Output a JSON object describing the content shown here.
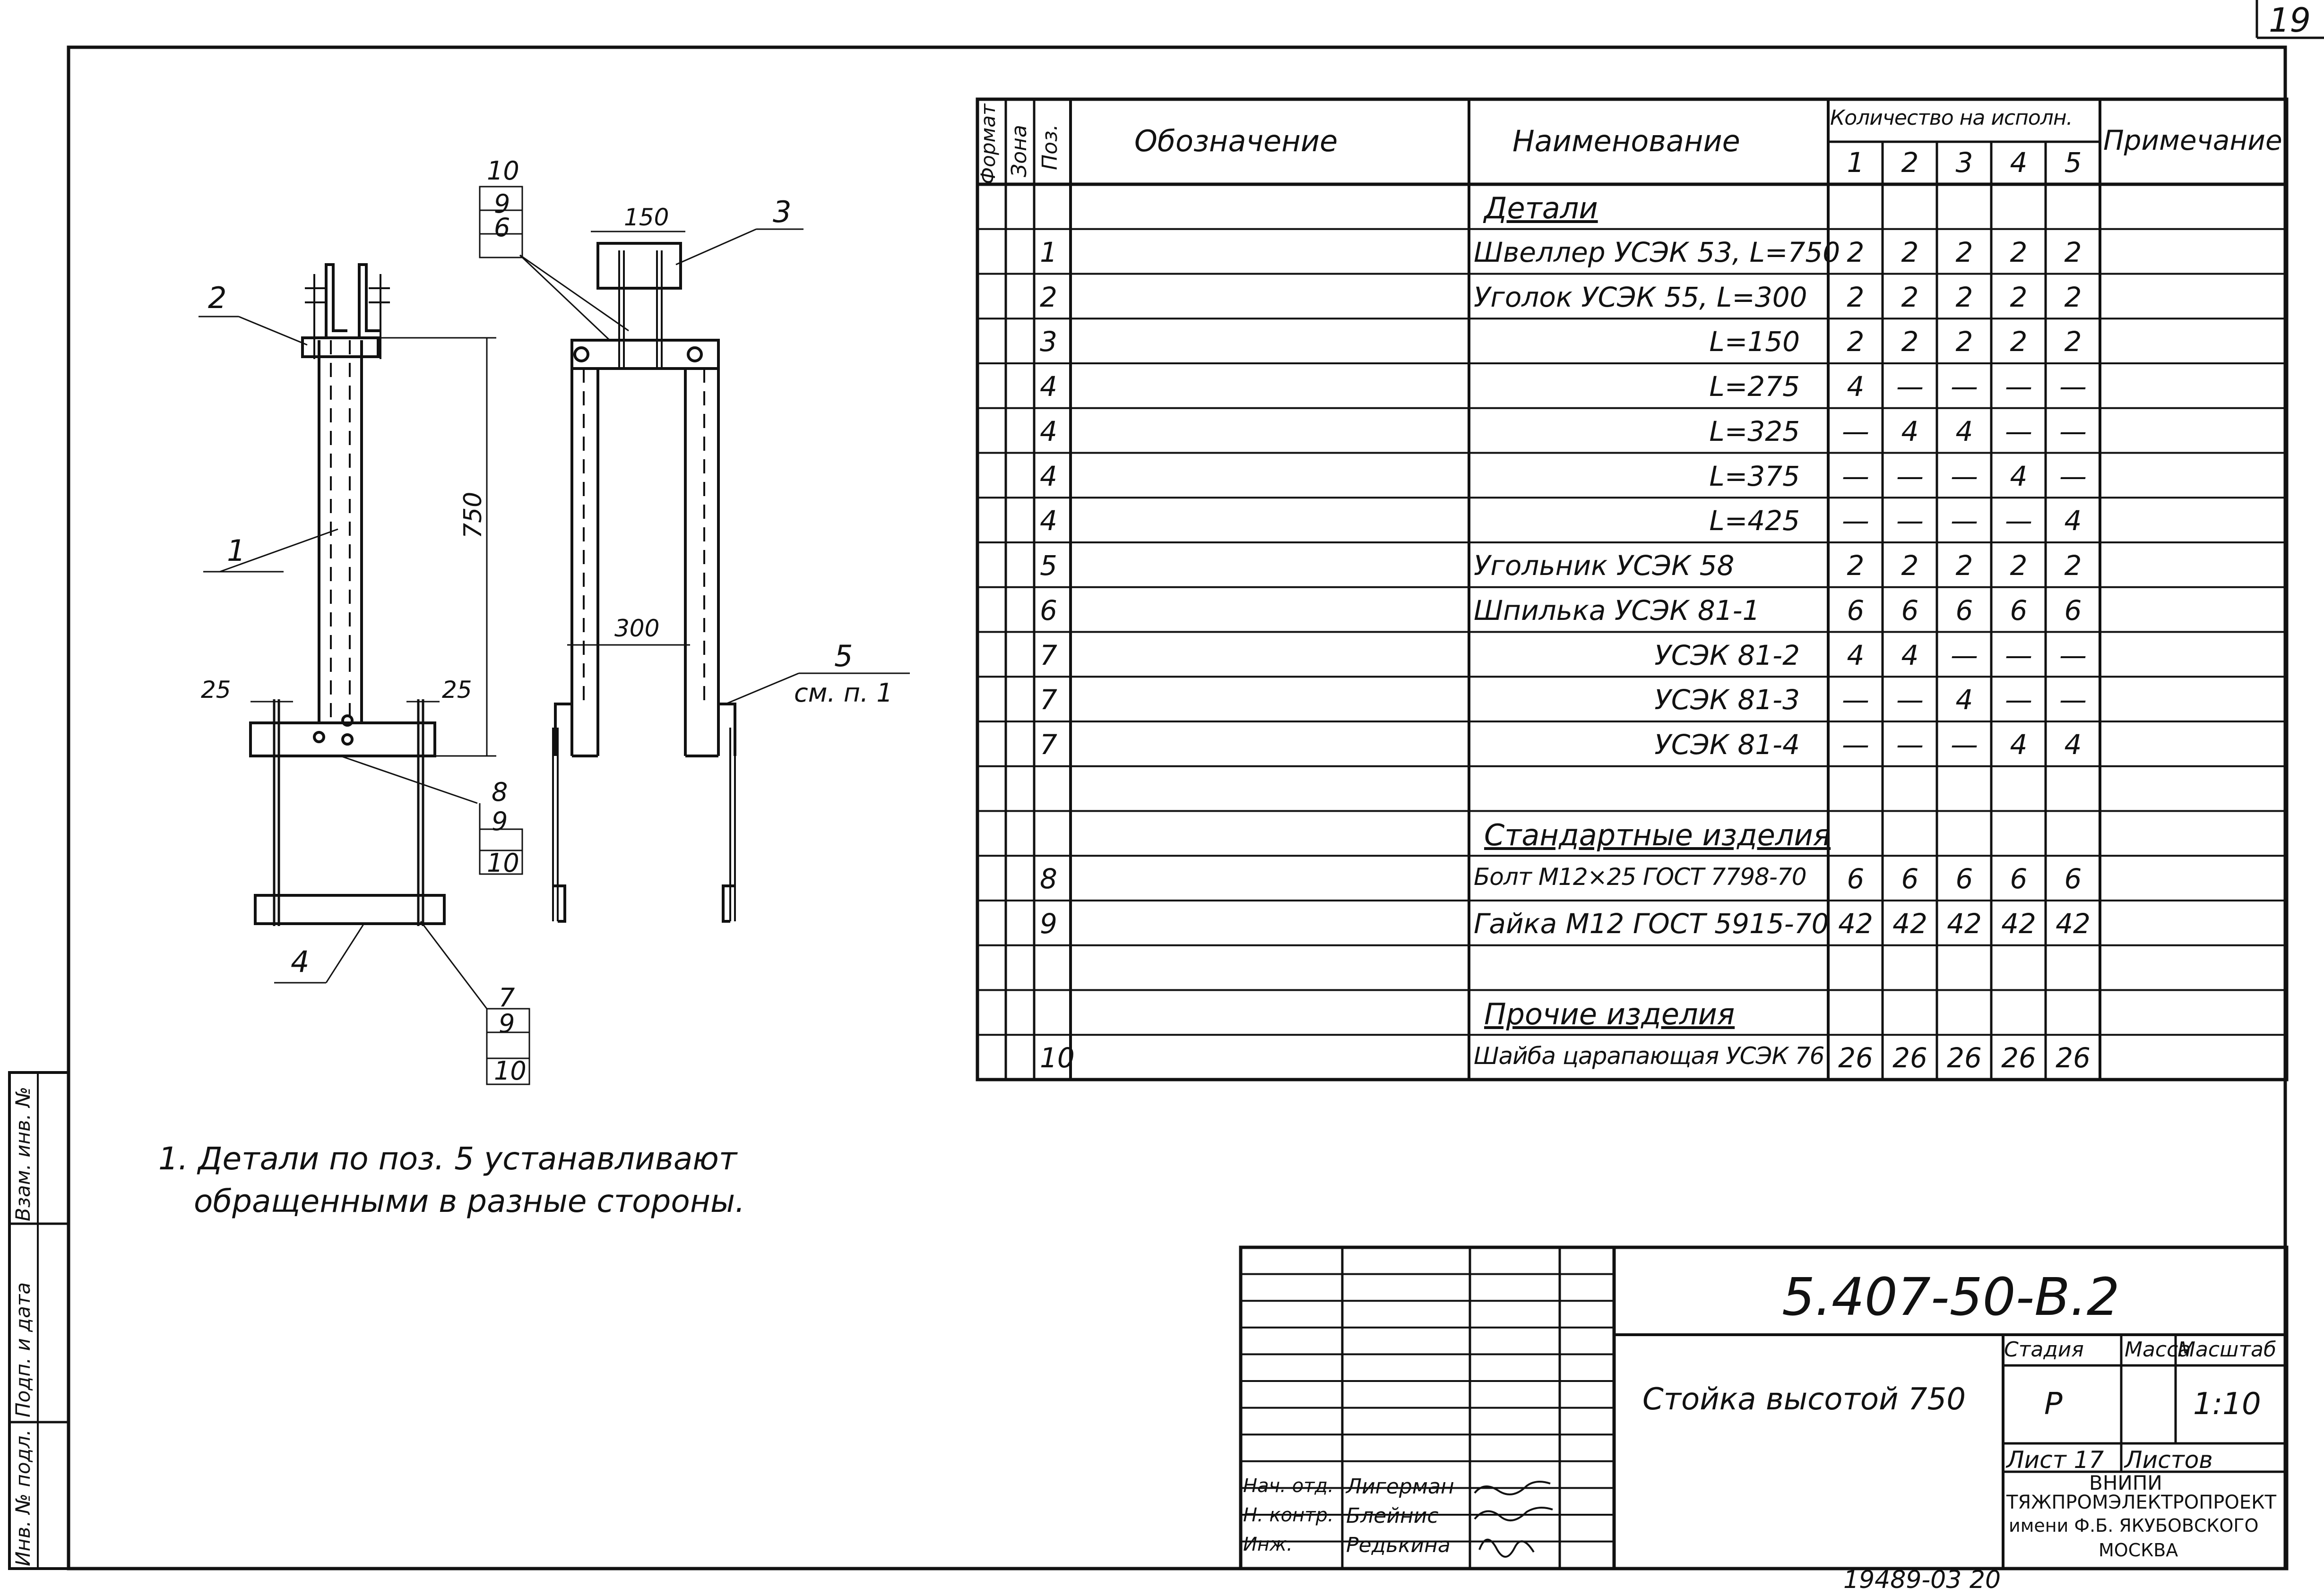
{
  "sheet_corner": "19",
  "sheet_bottom": "19489-03  20",
  "spec": {
    "headers": {
      "format": "Формат",
      "zone": "Зона",
      "pos": "Поз.",
      "designation": "Обозначение",
      "name": "Наименование",
      "qty": "Количество на исполн.",
      "note": "Примечание"
    },
    "variants": [
      "1",
      "2",
      "3",
      "4",
      "5"
    ],
    "rows": [
      {
        "pos": "",
        "name": "Детали",
        "q": [
          "",
          "",
          "",
          "",
          ""
        ],
        "section": true
      },
      {
        "pos": "1",
        "name": "Швеллер УСЭК 53, L=750",
        "q": [
          "2",
          "2",
          "2",
          "2",
          "2"
        ]
      },
      {
        "pos": "2",
        "name": "Уголок УСЭК 55, L=300",
        "q": [
          "2",
          "2",
          "2",
          "2",
          "2"
        ]
      },
      {
        "pos": "3",
        "name": "L=150",
        "q": [
          "2",
          "2",
          "2",
          "2",
          "2"
        ],
        "right": true
      },
      {
        "pos": "4",
        "name": "L=275",
        "q": [
          "4",
          "—",
          "—",
          "—",
          "—"
        ],
        "right": true
      },
      {
        "pos": "4",
        "name": "L=325",
        "q": [
          "—",
          "4",
          "4",
          "—",
          "—"
        ],
        "right": true
      },
      {
        "pos": "4",
        "name": "L=375",
        "q": [
          "—",
          "—",
          "—",
          "4",
          "—"
        ],
        "right": true
      },
      {
        "pos": "4",
        "name": "L=425",
        "q": [
          "—",
          "—",
          "—",
          "—",
          "4"
        ],
        "right": true
      },
      {
        "pos": "5",
        "name": "Угольник УСЭК 58",
        "q": [
          "2",
          "2",
          "2",
          "2",
          "2"
        ]
      },
      {
        "pos": "6",
        "name": "Шпилька УСЭК 81-1",
        "q": [
          "6",
          "6",
          "6",
          "6",
          "6"
        ]
      },
      {
        "pos": "7",
        "name": "УСЭК 81-2",
        "q": [
          "4",
          "4",
          "—",
          "—",
          "—"
        ],
        "right": true
      },
      {
        "pos": "7",
        "name": "УСЭК 81-3",
        "q": [
          "—",
          "—",
          "4",
          "—",
          "—"
        ],
        "right": true
      },
      {
        "pos": "7",
        "name": "УСЭК 81-4",
        "q": [
          "—",
          "—",
          "—",
          "4",
          "4"
        ],
        "right": true
      },
      {
        "pos": "",
        "name": "",
        "q": [
          "",
          "",
          "",
          "",
          ""
        ]
      },
      {
        "pos": "",
        "name": "Стандартные изделия",
        "q": [
          "",
          "",
          "",
          "",
          ""
        ],
        "section": true
      },
      {
        "pos": "8",
        "name": "Болт М12×25 ГОСТ 7798-70",
        "q": [
          "6",
          "6",
          "6",
          "6",
          "6"
        ]
      },
      {
        "pos": "9",
        "name": "Гайка М12 ГОСТ 5915-70",
        "q": [
          "42",
          "42",
          "42",
          "42",
          "42"
        ]
      },
      {
        "pos": "",
        "name": "",
        "q": [
          "",
          "",
          "",
          "",
          ""
        ]
      },
      {
        "pos": "",
        "name": "Прочие изделия",
        "q": [
          "",
          "",
          "",
          "",
          ""
        ],
        "section": true
      },
      {
        "pos": "10",
        "name": "Шайба царапающая УСЭК 76",
        "q": [
          "26",
          "26",
          "26",
          "26",
          "26"
        ]
      }
    ]
  },
  "note_text": {
    "line1": "1. Детали по поз. 5 устанавливают",
    "line2": "обращенными в разные стороны."
  },
  "drawing": {
    "dims": {
      "d750": "750",
      "d150": "150",
      "d300": "300",
      "d25a": "25",
      "d25b": "25"
    },
    "labels": {
      "p1": "1",
      "p2": "2",
      "p3": "3",
      "p4": "4",
      "p5": "5",
      "p5sub": "см. п. 1",
      "g10a": "10",
      "g9a": "9",
      "g6": "6",
      "g8": "8",
      "g9b": "9",
      "g10b": "10",
      "g7": "7",
      "g9c": "9",
      "g10c": "10"
    }
  },
  "title_block": {
    "doc_code": "5.407-50-В.2",
    "title": "Стойка высотой 750",
    "stage_label": "Стадия",
    "mass_label": "Масса",
    "scale_label": "Масштаб",
    "stage": "Р",
    "mass": "",
    "scale": "1:10",
    "sheet_label": "Лист 17",
    "sheets_label": "Листов",
    "org1": "ВНИПИ",
    "org2": "ТЯЖПРОМЭЛЕКТРОПРОЕКТ",
    "org3": "имени Ф.Б. ЯКУБОВСКОГО",
    "org4": "МОСКВА",
    "roles": [
      {
        "role": "Нач. отд.",
        "name": "Лигерман"
      },
      {
        "role": "Н. контр.",
        "name": "Блейнис"
      },
      {
        "role": "Инж.",
        "name": "Редькина"
      }
    ]
  },
  "side_stamp": {
    "inv_orig": "Инв. № подл.",
    "sign_date": "Подп. и дата",
    "inv_repl": "Взам. инв. №"
  }
}
